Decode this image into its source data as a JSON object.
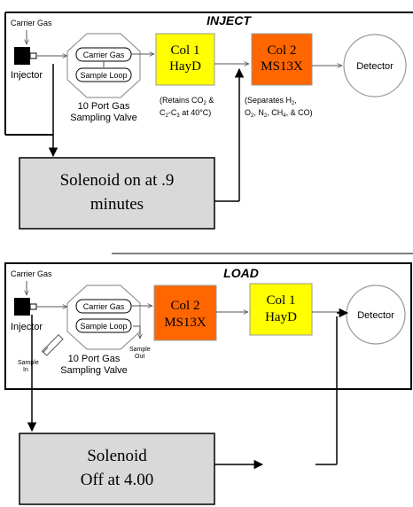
{
  "inject": {
    "title": "INJECT",
    "carrier_gas_label": "Carrier Gas",
    "injector_label": "Injector",
    "valve_carrier_gas": "Carrier Gas",
    "valve_sample_loop": "Sample Loop",
    "valve_name_line1": "10 Port Gas",
    "valve_name_line2": "Sampling Valve",
    "col1_line1": "Col 1",
    "col1_line2": "HayD",
    "col1_note_line1": "(Retains CO",
    "col1_note_sub1": "2",
    "col1_note_mid": " &",
    "col1_note_line2a": "C",
    "col1_note_sub2": "2",
    "col1_note_line2b": "-C",
    "col1_note_sub3": "3",
    "col1_note_line2c": " at 40°C)",
    "col2_line1": "Col 2",
    "col2_line2": "MS13X",
    "col2_note_line1a": "(Separates H",
    "col2_note_sub1": "2",
    "col2_note_line1b": ",",
    "col2_note_line2a": "O",
    "col2_note_sub2": "2",
    "col2_note_line2b": ", N",
    "col2_note_sub3": "2",
    "col2_note_line2c": ", CH",
    "col2_note_sub4": "4",
    "col2_note_line2d": ", & CO)",
    "detector_label": "Detector"
  },
  "solenoid_on": {
    "line1": "Solenoid on at .9",
    "line2": "minutes"
  },
  "load": {
    "title": "LOAD",
    "carrier_gas_label": "Carrier Gas",
    "injector_label": "Injector",
    "valve_carrier_gas": "Carrier Gas",
    "valve_sample_loop": "Sample Loop",
    "sample_in_line1": "Sample",
    "sample_in_line2": "In",
    "sample_out_line1": "Sample",
    "sample_out_line2": "Out",
    "valve_name_line1": "10 Port Gas",
    "valve_name_line2": "Sampling Valve",
    "col2_line1": "Col 2",
    "col2_line2": "MS13X",
    "col1_line1": "Col 1",
    "col1_line2": "HayD",
    "detector_label": "Detector"
  },
  "solenoid_off": {
    "line1": "Solenoid",
    "line2": "Off at 4.00"
  },
  "colors": {
    "col1_fill": "#ffff00",
    "col2_fill": "#ff6600",
    "solenoid_fill": "#d9d9d9",
    "line": "#000000"
  }
}
